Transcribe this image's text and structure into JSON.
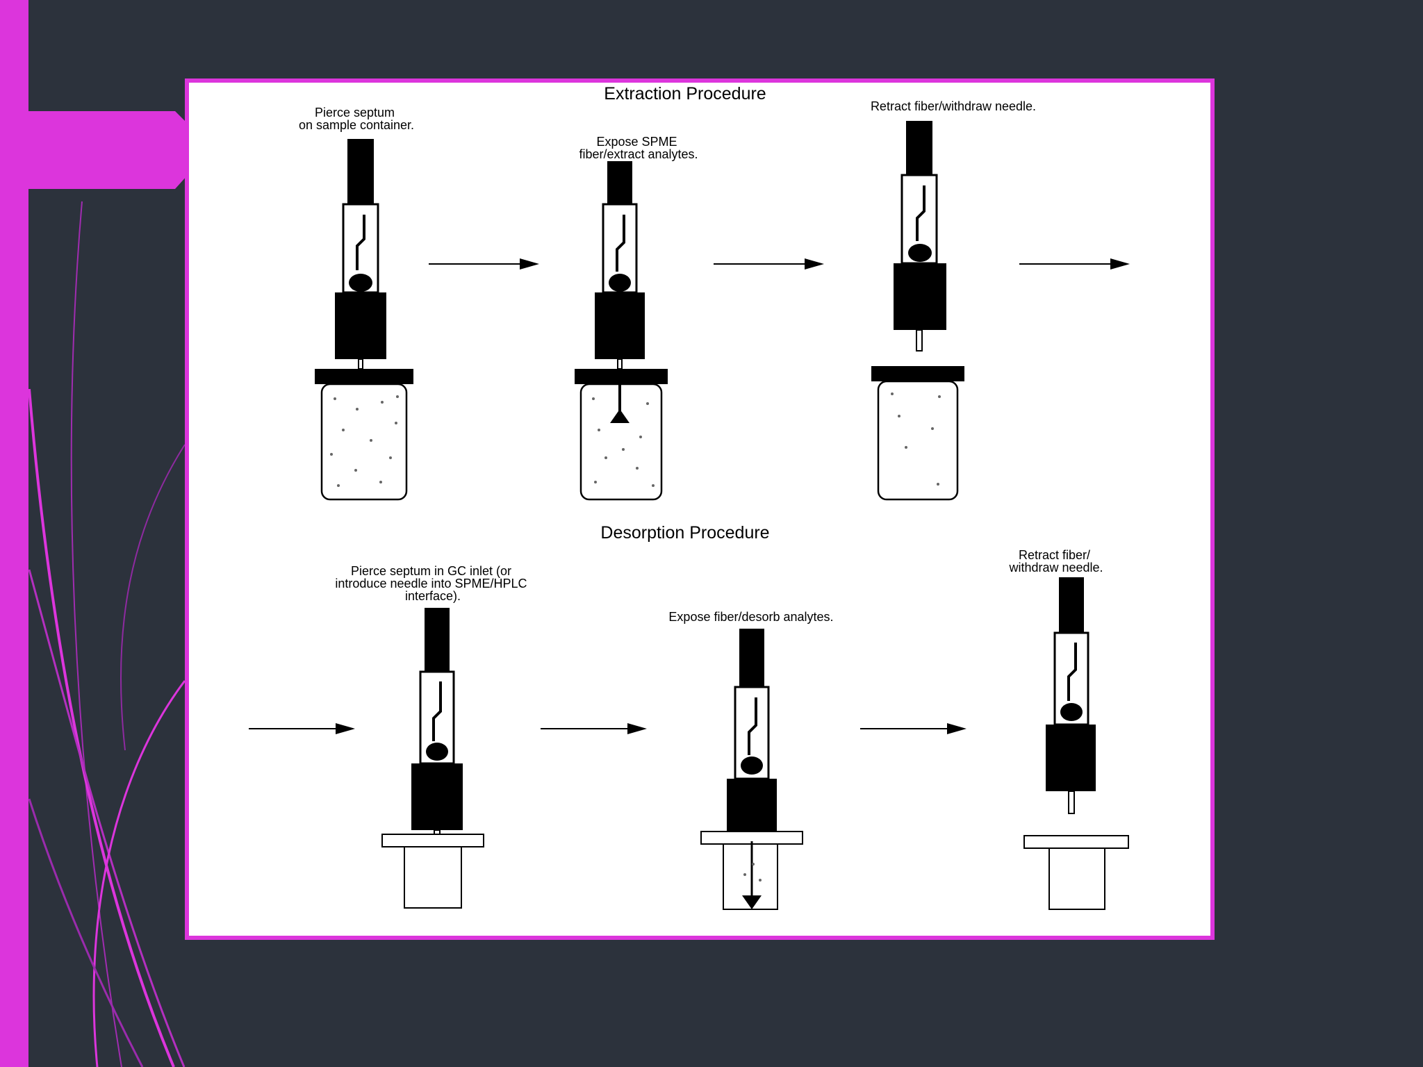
{
  "colors": {
    "background": "#2c323c",
    "accent": "#dc35dc",
    "frame_border": "#dc35dc",
    "panel": "#ffffff",
    "ink": "#000000"
  },
  "diagram": {
    "extraction": {
      "title": "Extraction Procedure",
      "steps": [
        {
          "caption_lines": [
            "Pierce septum",
            "on  sample container."
          ]
        },
        {
          "caption_lines": [
            "Expose SPME",
            "fiber/extract analytes."
          ]
        },
        {
          "caption_lines": [
            "Retract fiber/withdraw needle."
          ]
        }
      ]
    },
    "desorption": {
      "title": "Desorption Procedure",
      "steps": [
        {
          "caption_lines": [
            "Pierce septum in GC inlet (or",
            "introduce needle into SPME/HPLC",
            "interface)."
          ]
        },
        {
          "caption_lines": [
            "Expose fiber/desorb analytes."
          ]
        },
        {
          "caption_lines": [
            "Retract fiber/",
            "withdraw needle."
          ]
        }
      ]
    }
  }
}
